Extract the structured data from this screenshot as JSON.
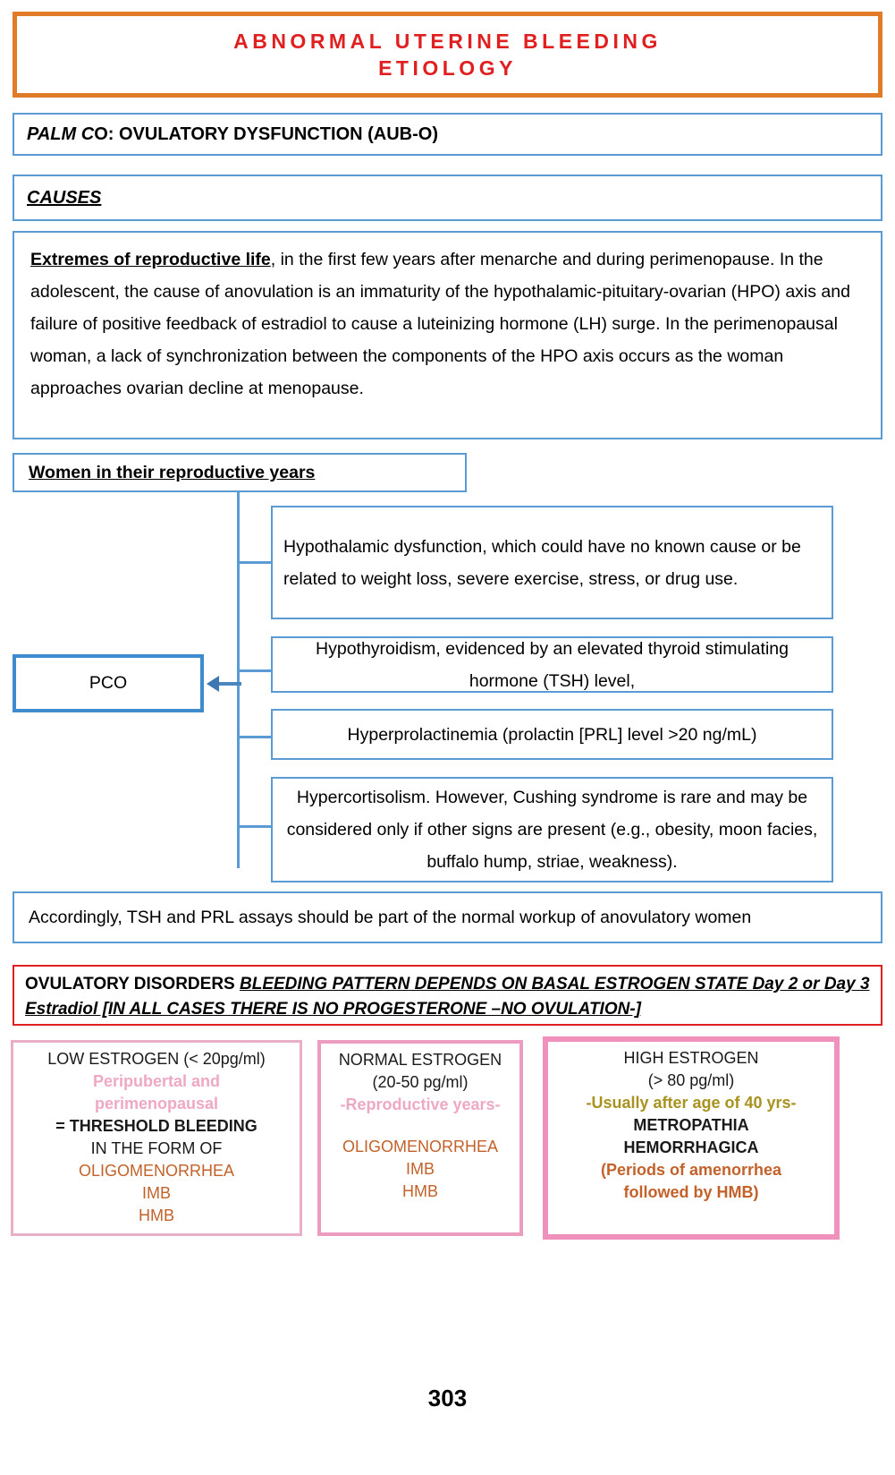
{
  "colors": {
    "title_border": "#E07B28",
    "title_text": "#E02020",
    "blue_border": "#5B9BD5",
    "blue_thick": "#3E8BD0",
    "red_border": "#E02020",
    "pink_border": "#EE9BC0",
    "pink_text": "#EFA8C4",
    "orange_text": "#C2622A",
    "olive_text": "#A89220"
  },
  "title": {
    "line1": "ABNORMAL UTERINE BLEEDING",
    "line2": "ETIOLOGY"
  },
  "palm": {
    "italic_part": "PALM C",
    "bold_part": "O:  OVULATORY DYSFUNCTION (AUB-O)"
  },
  "causes": {
    "label": "CAUSES"
  },
  "paragraph": {
    "lead": "Extremes of reproductive life",
    "rest": ", in the first few years after menarche and during perimenopause. In the adolescent, the cause of anovulation is an immaturity of the hypothalamic-pituitary-ovarian (HPO) axis and failure of positive feedback of estradiol to cause a luteinizing hormone (LH) surge. In the perimenopausal woman, a lack of synchronization between the components of the HPO axis occurs as the woman approaches ovarian decline at menopause."
  },
  "reproductive": {
    "heading": "Women in their reproductive years",
    "pco_label": "PCO",
    "branches": [
      "Hypothalamic dysfunction, which could have no known cause or be related to weight loss, severe exercise, stress, or drug use.",
      "Hypothyroidism, evidenced by an elevated thyroid stimulating hormone (TSH) level,",
      "Hyperprolactinemia (prolactin [PRL] level >20 ng/mL)",
      "Hypercortisolism. However, Cushing syndrome is rare and may be considered only if other signs are present (e.g., obesity, moon facies, buffalo hump, striae, weakness)."
    ]
  },
  "accordingly": {
    "text": "Accordingly, TSH and PRL assays should be part of the normal workup of anovulatory women"
  },
  "ovulatory_disorders": {
    "plain_part": "OVULATORY DISORDERS ",
    "emphasis_part": "BLEEDING PATTERN DEPENDS ON BASAL ESTROGEN STATE Day 2 or Day 3 Estradiol [IN ALL CASES THERE IS NO PROGESTERONE –NO OVULATION-]"
  },
  "estrogen_columns": [
    {
      "name": "low-estrogen",
      "lines": [
        {
          "text": "LOW ESTROGEN (< 20pg/ml)",
          "style": "black"
        },
        {
          "text": "Peripubertal and",
          "style": "pink"
        },
        {
          "text": "perimenopausal",
          "style": "pink"
        },
        {
          "text": "= THRESHOLD BLEEDING",
          "style": "black-bold"
        },
        {
          "text": "IN THE FORM OF",
          "style": "black"
        },
        {
          "text": "OLIGOMENORRHEA",
          "style": "orange"
        },
        {
          "text": "IMB",
          "style": "orange"
        },
        {
          "text": "HMB",
          "style": "orange"
        }
      ]
    },
    {
      "name": "normal-estrogen",
      "lines": [
        {
          "text": "NORMAL ESTROGEN",
          "style": "black"
        },
        {
          "text": "(20-50 pg/ml)",
          "style": "black"
        },
        {
          "text": "-Reproductive years-",
          "style": "pink"
        },
        {
          "text": "",
          "style": "blank"
        },
        {
          "text": "OLIGOMENORRHEA",
          "style": "orange"
        },
        {
          "text": "IMB",
          "style": "orange"
        },
        {
          "text": "HMB",
          "style": "orange"
        }
      ]
    },
    {
      "name": "high-estrogen",
      "lines": [
        {
          "text": "HIGH ESTROGEN",
          "style": "black"
        },
        {
          "text": "(> 80 pg/ml)",
          "style": "black"
        },
        {
          "text": "-Usually after age of 40 yrs-",
          "style": "olive"
        },
        {
          "text": "METROPATHIA",
          "style": "black-bold"
        },
        {
          "text": "HEMORRHAGICA",
          "style": "black-bold"
        },
        {
          "text": "(Periods of amenorrhea",
          "style": "orange-bold"
        },
        {
          "text": "followed by HMB)",
          "style": "orange-bold"
        }
      ]
    }
  ],
  "footer": {
    "page_number": "303"
  }
}
